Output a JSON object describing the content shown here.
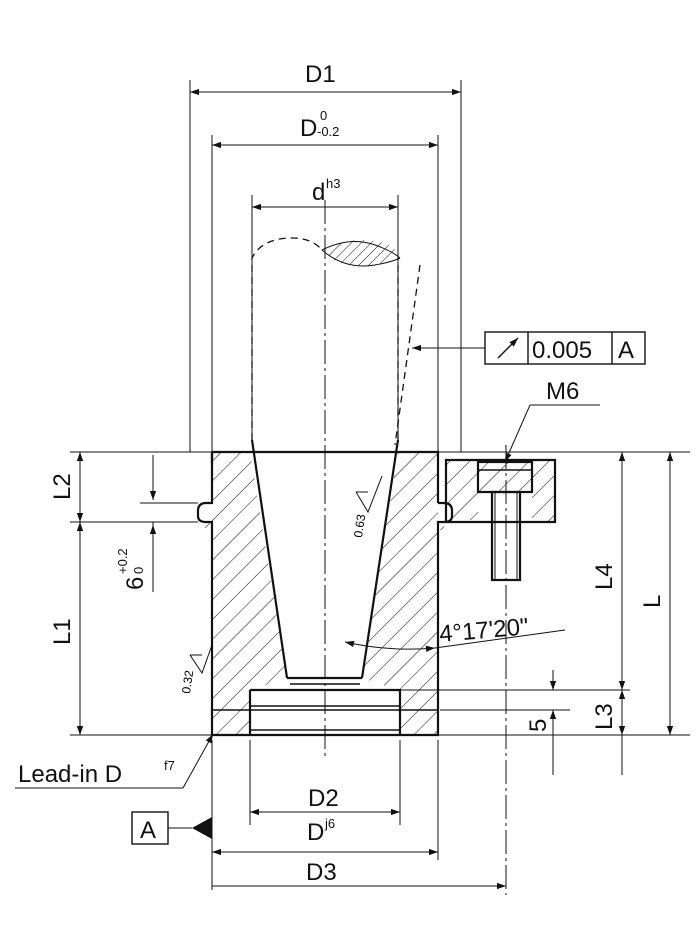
{
  "dimensions": {
    "d1": "D1",
    "d_main": "D",
    "d_main_tol_upper": "0",
    "d_main_tol_lower": "-0.2",
    "d_small": "d",
    "d_small_tol": "h3",
    "d2": "D2",
    "d_j": "D",
    "d_j_tol": "j6",
    "d3": "D3",
    "l": "L",
    "l1": "L1",
    "l2": "L2",
    "l3": "L3",
    "l4": "L4",
    "groove_value": "6",
    "groove_tol_upper": "+0.2",
    "groove_tol_lower": "0",
    "five": "5",
    "thread": "M6",
    "angle": "4°17'20\"",
    "lead_in": "Lead-in D",
    "lead_in_tol": "f7"
  },
  "tolerance_frame": {
    "value": "0.005",
    "datum": "A",
    "symbol": "runout-arrow-icon"
  },
  "datum_label": "A",
  "surface_finish": {
    "bore": "0.63",
    "outer": "0.32"
  },
  "colors": {
    "line": "#111111",
    "background": "#ffffff"
  }
}
